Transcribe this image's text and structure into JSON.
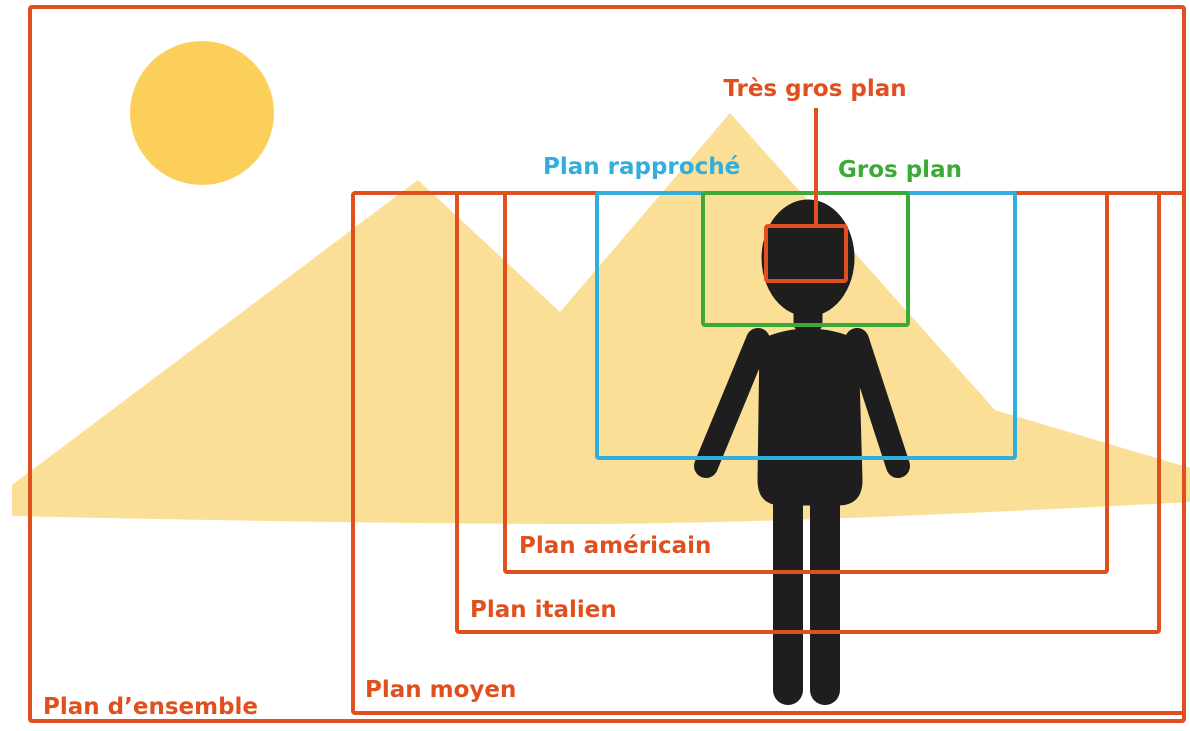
{
  "colors": {
    "background": "#ffffff",
    "sun": "#FCCF5A",
    "mountains": "#FCDF96",
    "figure": "#1E1E1E",
    "frame_orange": "#E0501E",
    "frame_blue": "#31AEDB",
    "frame_green": "#3BAA38"
  },
  "labels": {
    "tres_gros_plan": "Très gros plan",
    "plan_rapproche": "Plan rapproché",
    "gros_plan": "Gros plan",
    "plan_americain": "Plan américain",
    "plan_italien": "Plan italien",
    "plan_moyen": "Plan moyen",
    "plan_ensemble": "Plan d’ensemble"
  },
  "icons": {
    "sun": "sun-icon",
    "person": "person-icon",
    "mountains": "mountains-icon"
  }
}
